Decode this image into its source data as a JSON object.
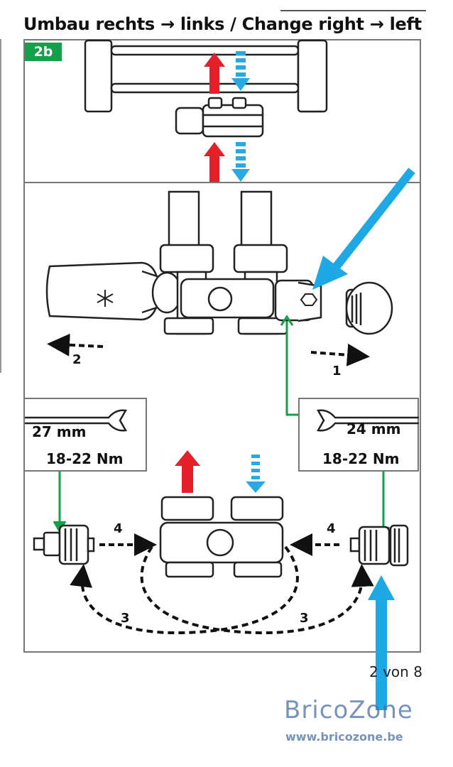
{
  "header": {
    "title": "Umbau rechts → links / Change right → left"
  },
  "step_badge": {
    "label": "2b",
    "color": "#14a04a"
  },
  "wrench_left": {
    "size": "27 mm",
    "torque": "18-22 Nm"
  },
  "wrench_right": {
    "size": "24 mm",
    "torque": "18-22 Nm"
  },
  "steps": {
    "step1": "1",
    "step2": "2",
    "step3_left": "3",
    "step3_right": "3",
    "step4_left": "4",
    "step4_right": "4"
  },
  "footer": {
    "page": "2 von 8"
  },
  "watermark": {
    "brand": "BricoZone",
    "url": "www.bricozone.be"
  },
  "colors": {
    "hot_arrow": "#e4202a",
    "cold_arrow": "#2aa8e0",
    "guide_line": "#14a04a",
    "annotation_arrow": "#1ea9e6"
  },
  "icons": [
    "snowflake-icon",
    "wrench-icon",
    "hex-socket-icon"
  ]
}
